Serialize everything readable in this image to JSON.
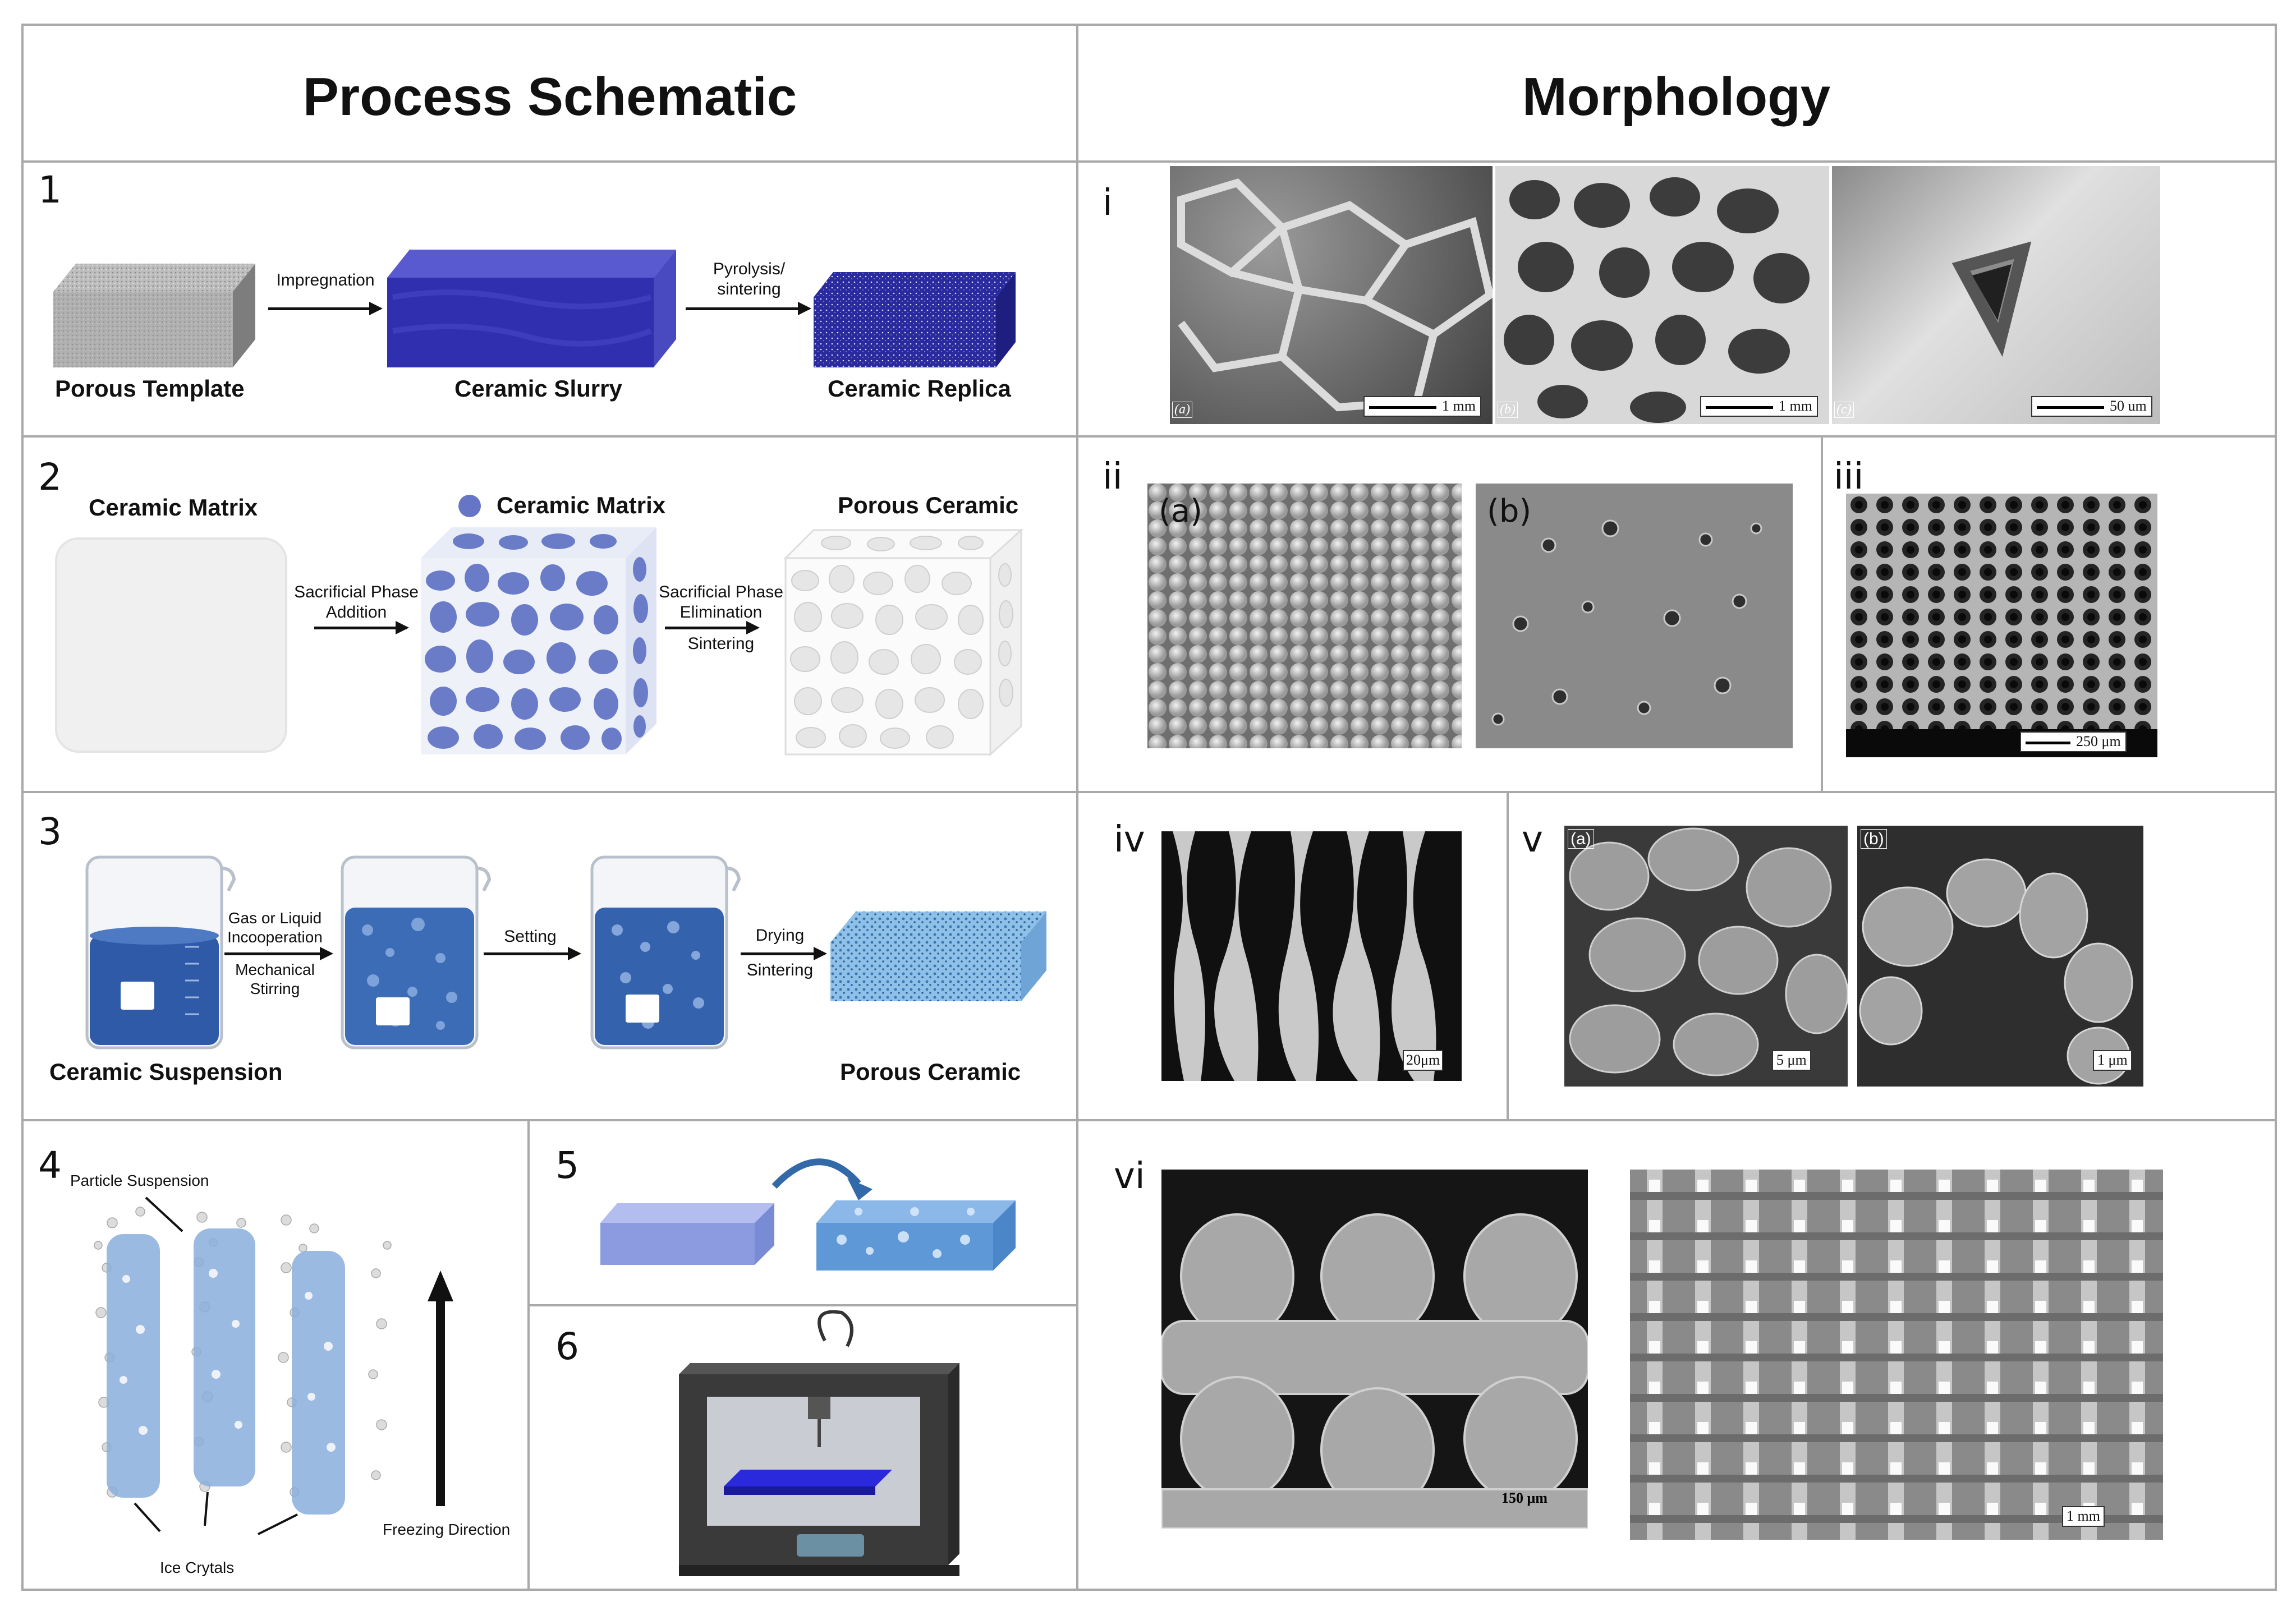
{
  "headers": {
    "left": "Process Schematic",
    "right": "Morphology"
  },
  "rows": {
    "r1": {
      "num": "1",
      "labels": {
        "template": "Porous Template",
        "slurry": "Ceramic Slurry",
        "replica": "Ceramic Replica"
      },
      "arrows": {
        "a1": "Impregnation",
        "a2_l1": "Pyrolysis/",
        "a2_l2": "sintering"
      }
    },
    "r2": {
      "num": "2",
      "labels": {
        "matrix": "Ceramic Matrix",
        "legend": "Ceramic Matrix",
        "porous": "Porous Ceramic"
      },
      "arrows": {
        "a1_l1": "Sacrificial Phase",
        "a1_l2": "Addition",
        "a2_l1": "Sacrificial Phase",
        "a2_l2": "Elimination",
        "a2_l3": "Sintering"
      }
    },
    "r3": {
      "num": "3",
      "labels": {
        "suspension": "Ceramic Suspension",
        "porous": "Porous Ceramic"
      },
      "arrows": {
        "a1_l1": "Gas or Liquid",
        "a1_l2": "Incooperation",
        "a1_l3": "Mechanical",
        "a1_l4": "Stirring",
        "a2": "Setting",
        "a3_l1": "Drying",
        "a3_l2": "Sintering"
      }
    },
    "r4": {
      "num": "4",
      "labels": {
        "particle": "Particle Suspension",
        "ice": "Ice Crytals",
        "freezing": "Freezing Direction"
      }
    },
    "r5": {
      "num": "5"
    },
    "r6": {
      "num": "6"
    }
  },
  "morph": {
    "i": {
      "num": "i",
      "panels": [
        {
          "label": "(a)",
          "scale": "1 mm"
        },
        {
          "label": "(b)",
          "scale": "1 mm"
        },
        {
          "label": "(c)",
          "scale": "50 um"
        }
      ]
    },
    "ii": {
      "num": "ii",
      "panels": [
        {
          "label": "(a)"
        },
        {
          "label": "(b)"
        }
      ]
    },
    "iii": {
      "num": "iii",
      "scale": "250 μm"
    },
    "iv": {
      "num": "iv",
      "scale": "20μm"
    },
    "v": {
      "num": "v",
      "panels": [
        {
          "label": "(a)",
          "scale": "5 μm"
        },
        {
          "label": "(b)",
          "scale": "1 μm"
        }
      ]
    },
    "vi": {
      "num": "vi",
      "panels": [
        {
          "scale": "150 μm"
        },
        {
          "scale": "1 mm"
        }
      ]
    }
  }
}
